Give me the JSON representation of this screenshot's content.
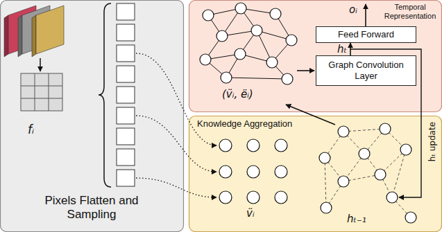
{
  "diagram": {
    "nodes": [
      {
        "text": [
          "Pixels Flatten and Sampling"
        ]
      },
      {
        "text": [
          "Temporal Representation"
        ]
      },
      {
        "text": [
          "Feed Forward"
        ],
        "in": 1
      },
      {
        "text": [
          "Graph Convolution Layer"
        ],
        "in": 1
      },
      {
        "text": [
          "Knowledge Aggregation"
        ]
      }
    ],
    "edges": [
      {
        "from": 3,
        "to": 2,
        "arrow": "to",
        "label": "hₜ"
      }
    ],
    "labels": [
      "fᵢ",
      "(v̈ᵢ, ëᵢ)",
      "oᵢ",
      "v̈ᵢ",
      "hₜ₋₁",
      "hₜ update"
    ]
  }
}
